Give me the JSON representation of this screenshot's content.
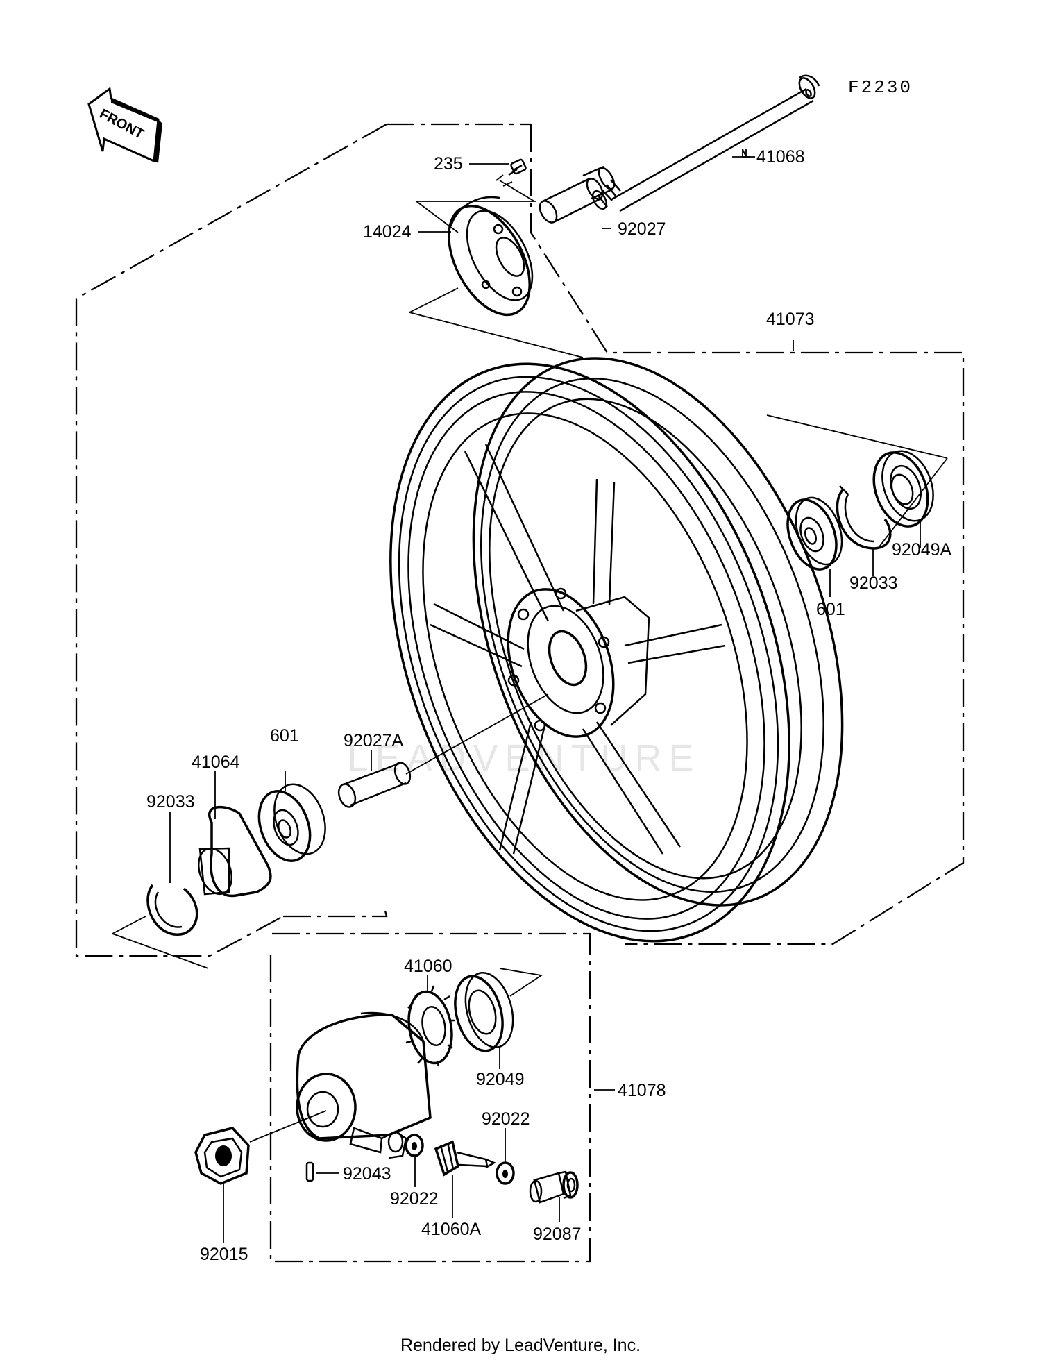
{
  "diagram_code": "F2230",
  "front_indicator": "FRONT",
  "footer": "Rendered by LeadVenture, Inc.",
  "watermark": "LEADVENTURE",
  "parts": {
    "p235": "235",
    "p41068": "41068",
    "p14024": "14024",
    "p92027": "92027",
    "p41073": "41073",
    "p92049A": "92049A",
    "p92033_right": "92033",
    "p601_right": "601",
    "p601_left": "601",
    "p92027A": "92027A",
    "p41064": "41064",
    "p92033_left": "92033",
    "p41060": "41060",
    "p92049": "92049",
    "p41078": "41078",
    "p92022_right": "92022",
    "p92043": "92043",
    "p92022_left": "92022",
    "p41060A": "41060A",
    "p92087": "92087",
    "p92015": "92015"
  }
}
